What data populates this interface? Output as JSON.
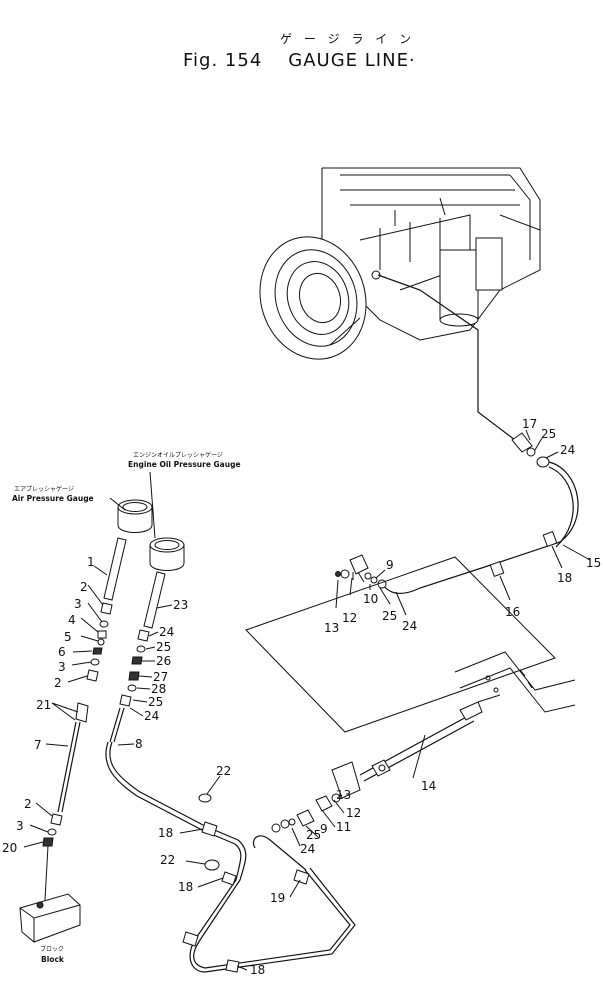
{
  "header": {
    "katakana": "ゲ ー ジ ラ イ ン",
    "fig_label": "Fig. 154",
    "title": "GAUGE LINE·"
  },
  "captions": {
    "air_gauge_jp": "エアプレッシャゲージ",
    "air_gauge": "Air Pressure Gauge",
    "oil_gauge_jp": "エンジンオイルプレッシャゲージ",
    "oil_gauge": "Engine Oil Pressure Gauge",
    "block_jp": "ブロック",
    "block": "Block"
  },
  "callouts": {
    "n17": "17",
    "n25a": "25",
    "n24a": "24",
    "n15": "15",
    "n18a": "18",
    "n9a": "9",
    "n10": "10",
    "n13a": "13",
    "n12a": "12",
    "n25b": "25",
    "n24b": "24",
    "n16": "16",
    "n1": "1",
    "n2a": "2",
    "n3a": "3",
    "n4": "4",
    "n5": "5",
    "n6": "6",
    "n3b": "3",
    "n2b": "2",
    "n21": "21",
    "n7": "7",
    "n2c": "2",
    "n3c": "3",
    "n20": "20",
    "n23": "23",
    "n24c": "24",
    "n25c": "25",
    "n26": "26",
    "n27": "27",
    "n28": "28",
    "n25d": "25",
    "n24d": "24",
    "n8": "8",
    "n22a": "22",
    "n18b": "18",
    "n22b": "22",
    "n18c": "18",
    "n18d": "18",
    "n13b": "13",
    "n14": "14",
    "n12b": "12",
    "n11": "11",
    "n25e": "25",
    "n9b": "9",
    "n24e": "24",
    "n19": "19"
  }
}
